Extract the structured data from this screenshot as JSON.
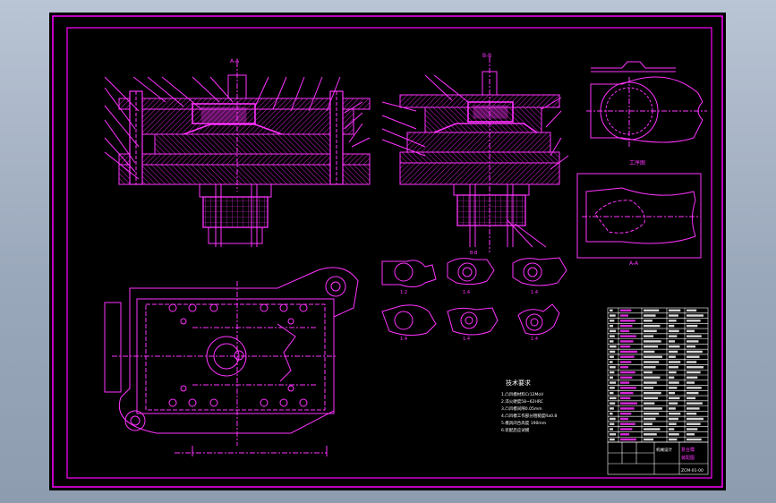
{
  "colors": {
    "viewport_bg": "#9aa8bb",
    "sheet": "#000000",
    "frame": "#ff00ff",
    "line": "#ff33ff",
    "hatch": "#cc22cc",
    "white": "#ffffff",
    "green": "#33ff55",
    "yellow": "#ffee33"
  },
  "labels": {
    "section_a": "A-A",
    "section_b": "B-B",
    "top_note": "B-B",
    "right_note": "工序图",
    "right_note2": "A-A",
    "strip_steps": [
      "1:2",
      "1:4",
      "1:4",
      "1:4",
      "1:4",
      "1:4"
    ]
  },
  "tech_notes": {
    "heading": "技术要求",
    "items": [
      "1.凸凹模材料Cr12MoV",
      "2.淬火硬度58~62HRC",
      "3.凸凹模间隙0.05mm",
      "4.凸凹模工作部分粗糙度Ra0.8",
      "5.模具闭合高度 190mm",
      "6.装配后应试模"
    ]
  },
  "title_block": {
    "row1": "复合模",
    "row2": "装配图",
    "code": "ZCM-01-00",
    "school": "机械设计"
  }
}
